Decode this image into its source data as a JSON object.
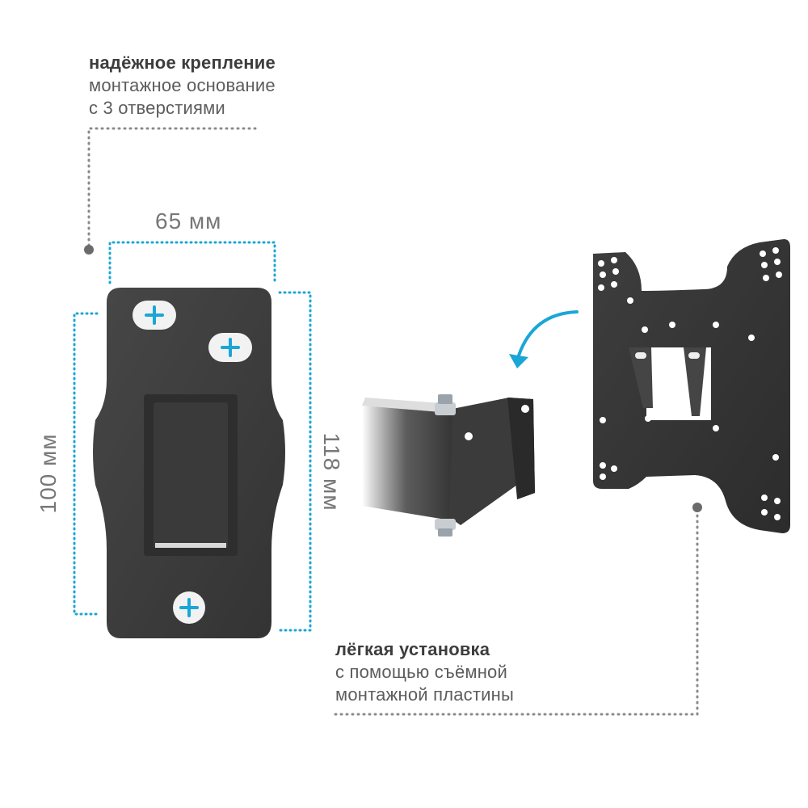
{
  "top_feature": {
    "title": "надёжное крепление",
    "line1": "монтажное основание",
    "line2": "с 3 отверстиями"
  },
  "bottom_feature": {
    "title": "лёгкая установка",
    "line1": "с помощью съёмной",
    "line2": "монтажной пластины"
  },
  "dimensions": {
    "width": "65 мм",
    "left_height": "100 мм",
    "right_height": "118 мм"
  },
  "colors": {
    "accent": "#1aa6d6",
    "plate": "#3a3a3a",
    "text": "#5c5c5c",
    "dot": "#6b6b6b"
  }
}
